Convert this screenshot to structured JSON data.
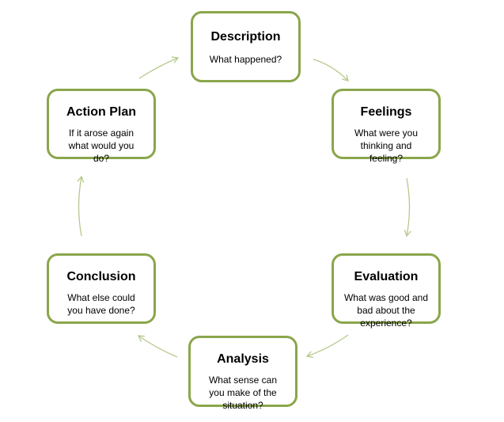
{
  "colors": {
    "box_border": "#8aa64b",
    "arrow": "#b5c98c"
  },
  "stages": [
    {
      "key": "description",
      "title": "Description",
      "description": "What happened?"
    },
    {
      "key": "feelings",
      "title": "Feelings",
      "description": "What were you thinking  and feeling?"
    },
    {
      "key": "evaluation",
      "title": "Evaluation",
      "description": "What was good and bad about the experience?"
    },
    {
      "key": "analysis",
      "title": "Analysis",
      "description": "What sense  can you make of the situation?"
    },
    {
      "key": "conclusion",
      "title": "Conclusion",
      "description": "What else could you have done?"
    },
    {
      "key": "action_plan",
      "title": "Action Plan",
      "description": "If it arose again what would you do?"
    }
  ]
}
